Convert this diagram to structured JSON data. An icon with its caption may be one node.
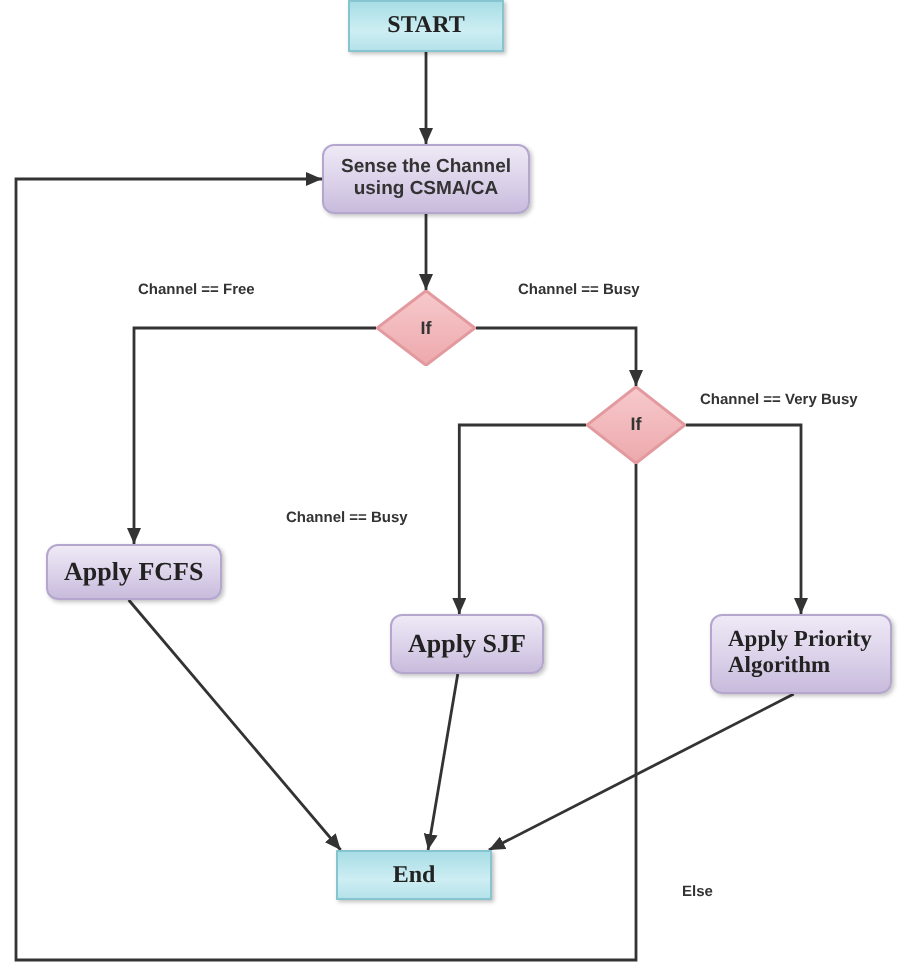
{
  "diagram": {
    "nodes": [
      {
        "text": [
          "START"
        ]
      },
      {
        "text": [
          "Sense the Channel using CSMA/CA"
        ]
      },
      {
        "text": [
          "If"
        ]
      },
      {
        "text": [
          "If"
        ]
      },
      {
        "text": [
          "Apply FCFS"
        ]
      },
      {
        "text": [
          "Apply SJF"
        ]
      },
      {
        "text": [
          "Apply Priority Algorithm"
        ]
      },
      {
        "text": [
          "End"
        ]
      }
    ],
    "edges": [
      {
        "from": 0,
        "to": 1,
        "arrow": "to"
      },
      {
        "from": 1,
        "to": 2,
        "arrow": "to"
      },
      {
        "from": 2,
        "to": 4,
        "arrow": "to",
        "label": "Channel == Free"
      },
      {
        "from": 2,
        "to": 3,
        "arrow": "to",
        "label": "Channel == Busy"
      },
      {
        "from": 3,
        "to": 5,
        "arrow": "to",
        "label": "Channel == Busy"
      },
      {
        "from": 3,
        "to": 6,
        "arrow": "to",
        "label": "Channel == Very Busy"
      },
      {
        "from": 3,
        "to": 1,
        "arrow": "to",
        "label": "Else"
      },
      {
        "from": 4,
        "to": 7,
        "arrow": "to"
      },
      {
        "from": 5,
        "to": 7,
        "arrow": "to"
      },
      {
        "from": 6,
        "to": 7,
        "arrow": "to"
      }
    ]
  }
}
